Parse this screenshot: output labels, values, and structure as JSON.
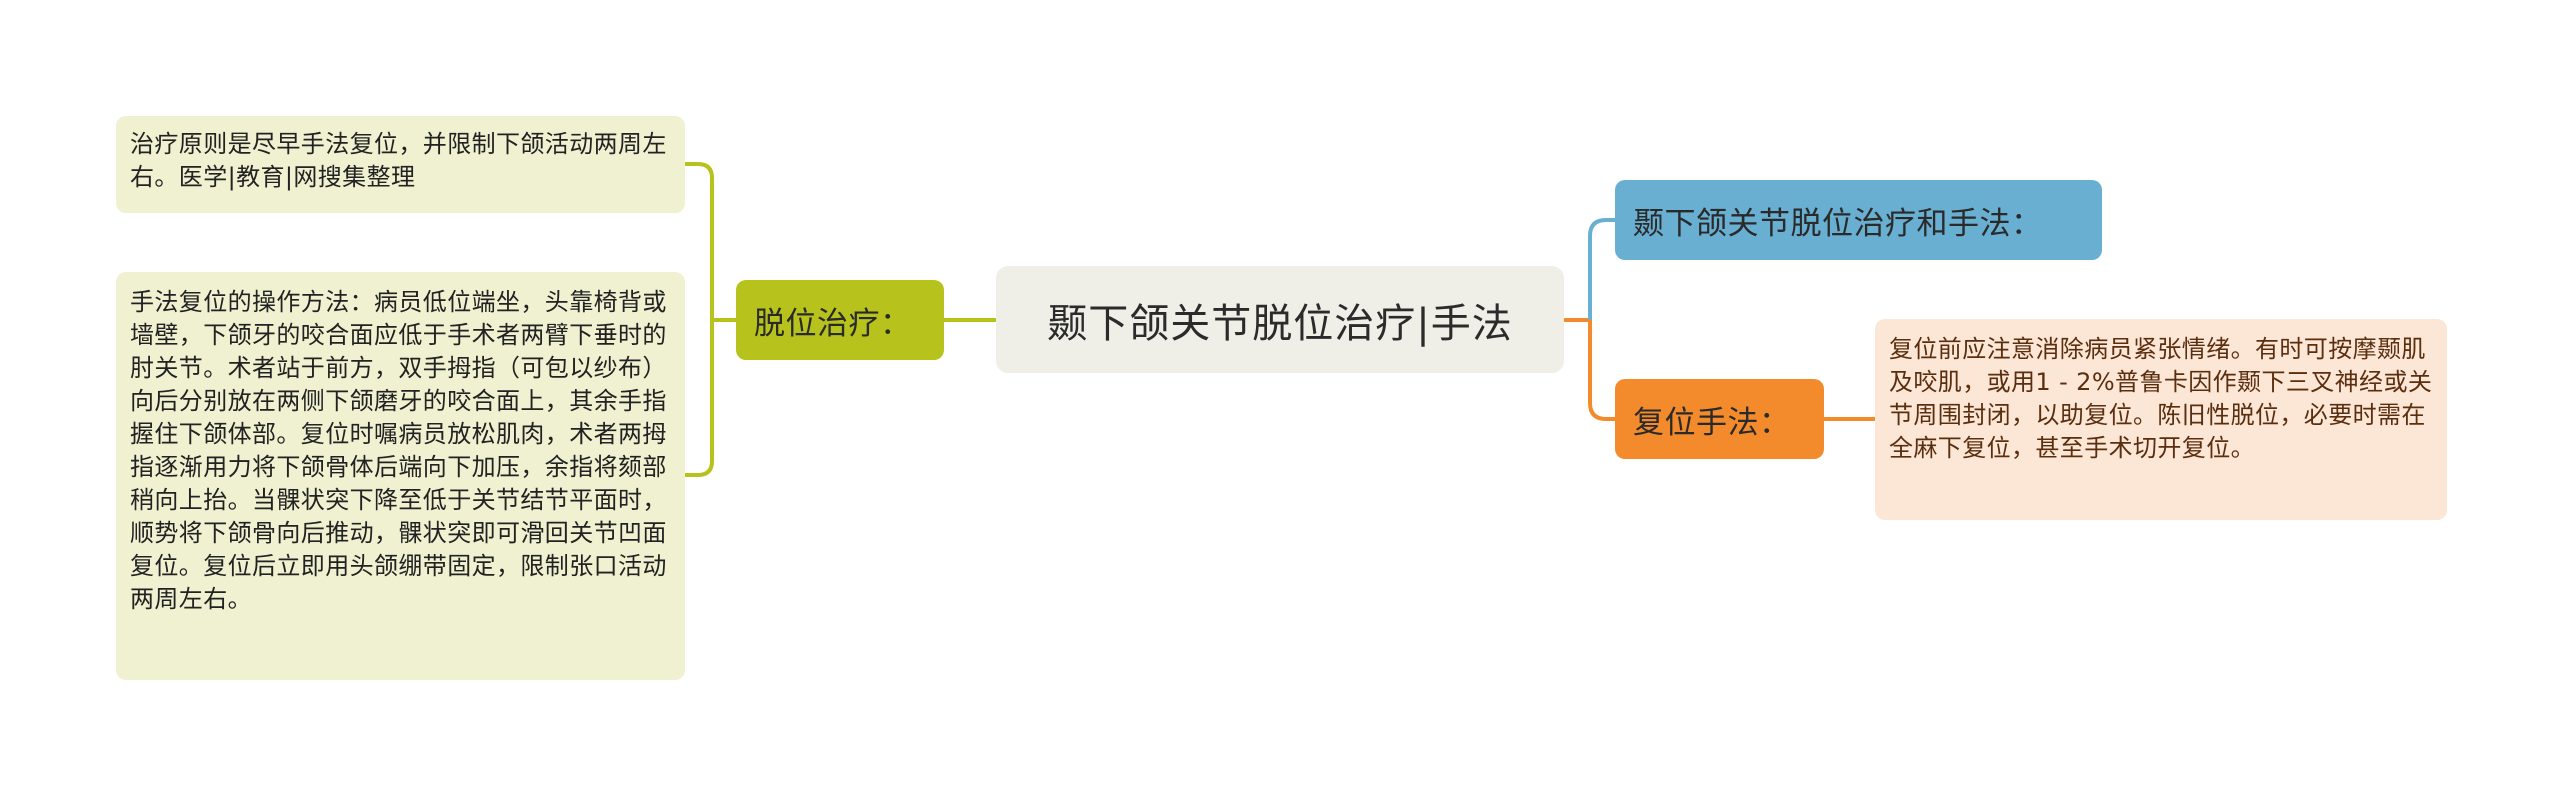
{
  "mindmap": {
    "central": {
      "label": "颞下颌关节脱位治疗|手法",
      "color": "#efefe8"
    },
    "branches": [
      {
        "id": "left",
        "label": "脱位治疗：",
        "color": "#b7c31c",
        "side": "left",
        "children": [
          {
            "text": "治疗原则是尽早手法复位，并限制下颌活动两周左右。医学|教育|网搜集整理",
            "color": "#eff1d0"
          },
          {
            "text": "手法复位的操作方法：病员低位端坐，头靠椅背或墙壁，下颌牙的咬合面应低于手术者两臂下垂时的肘关节。术者站于前方，双手拇指（可包以纱布）向后分别放在两侧下颌磨牙的咬合面上，其余手指握住下颌体部。复位时嘱病员放松肌肉，术者两拇指逐渐用力将下颌骨体后端向下加压，余指将颏部稍向上抬。当髁状突下降至低于关节结节平面时，顺势将下颌骨向后推动，髁状突即可滑回关节凹面复位。复位后立即用头颌绷带固定，限制张口活动两周左右。",
            "color": "#eff1d0"
          }
        ]
      },
      {
        "id": "right-top",
        "label": "颞下颌关节脱位治疗和手法：",
        "color": "#68afd1",
        "side": "right",
        "children": []
      },
      {
        "id": "right-bottom",
        "label": "复位手法：",
        "color": "#f38b2d",
        "side": "right",
        "children": [
          {
            "text": "复位前应注意消除病员紧张情绪。有时可按摩颞肌及咬肌，或用1 - 2%普鲁卡因作颞下三叉神经或关节周围封闭，以助复位。陈旧性脱位，必要时需在全麻下复位，甚至手术切开复位。",
            "color": "#fce6d6"
          }
        ]
      }
    ],
    "connector_colors": {
      "olive": "#b7c31c",
      "blue": "#68afd1",
      "orange": "#f38b2d"
    }
  }
}
